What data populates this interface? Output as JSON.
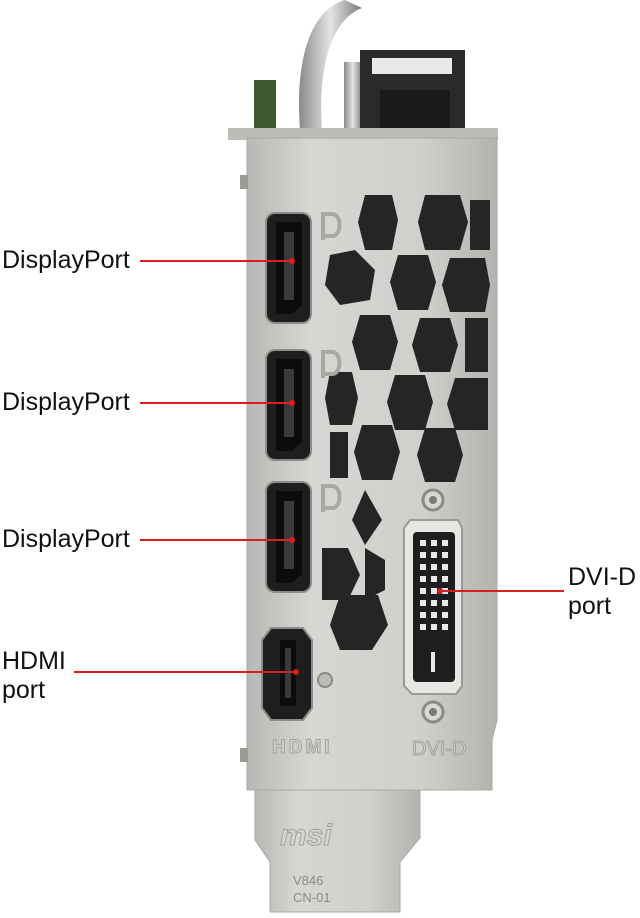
{
  "callouts": {
    "dp1": "DisplayPort",
    "dp2": "DisplayPort",
    "dp3": "DisplayPort",
    "hdmi_line1": "HDMI",
    "hdmi_line2": "port",
    "dvi_line1": "DVI-D",
    "dvi_line2": "port"
  },
  "bracket_markings": {
    "hdmi": "HDMI",
    "dvi": "DVI-D",
    "brand": "msi",
    "code_line1": "V846",
    "code_line2": "CN-01"
  },
  "colors": {
    "pointer": "#d81e1e",
    "bracket": "#c9c9c5",
    "port_shell": "#1e1e20",
    "background": "#ffffff"
  }
}
